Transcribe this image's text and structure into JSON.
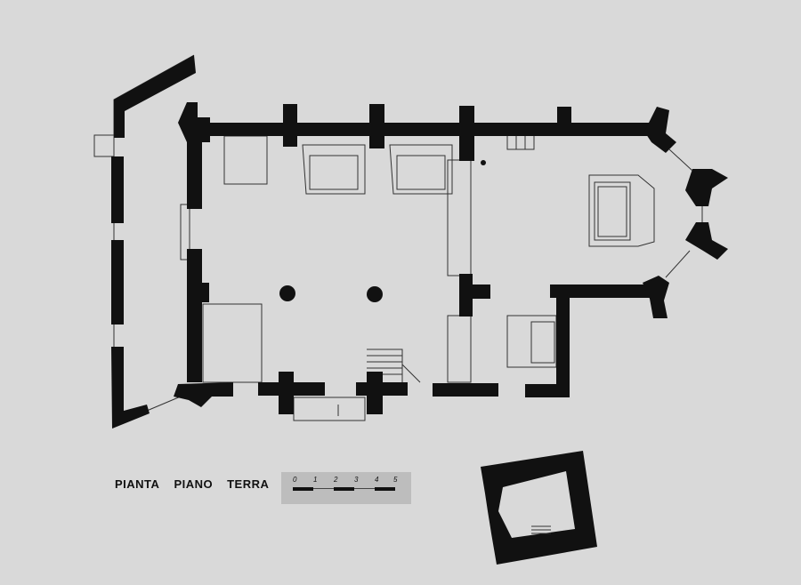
{
  "title": {
    "words": [
      "PIANTA",
      "PIANO",
      "TERRA"
    ]
  },
  "scale_bar": {
    "labels": [
      "0",
      "1",
      "2",
      "3",
      "4",
      "5"
    ],
    "unit_segments": 5
  },
  "colors": {
    "background": "#d9d9d9",
    "wall": "#111111",
    "line": "#333333"
  }
}
